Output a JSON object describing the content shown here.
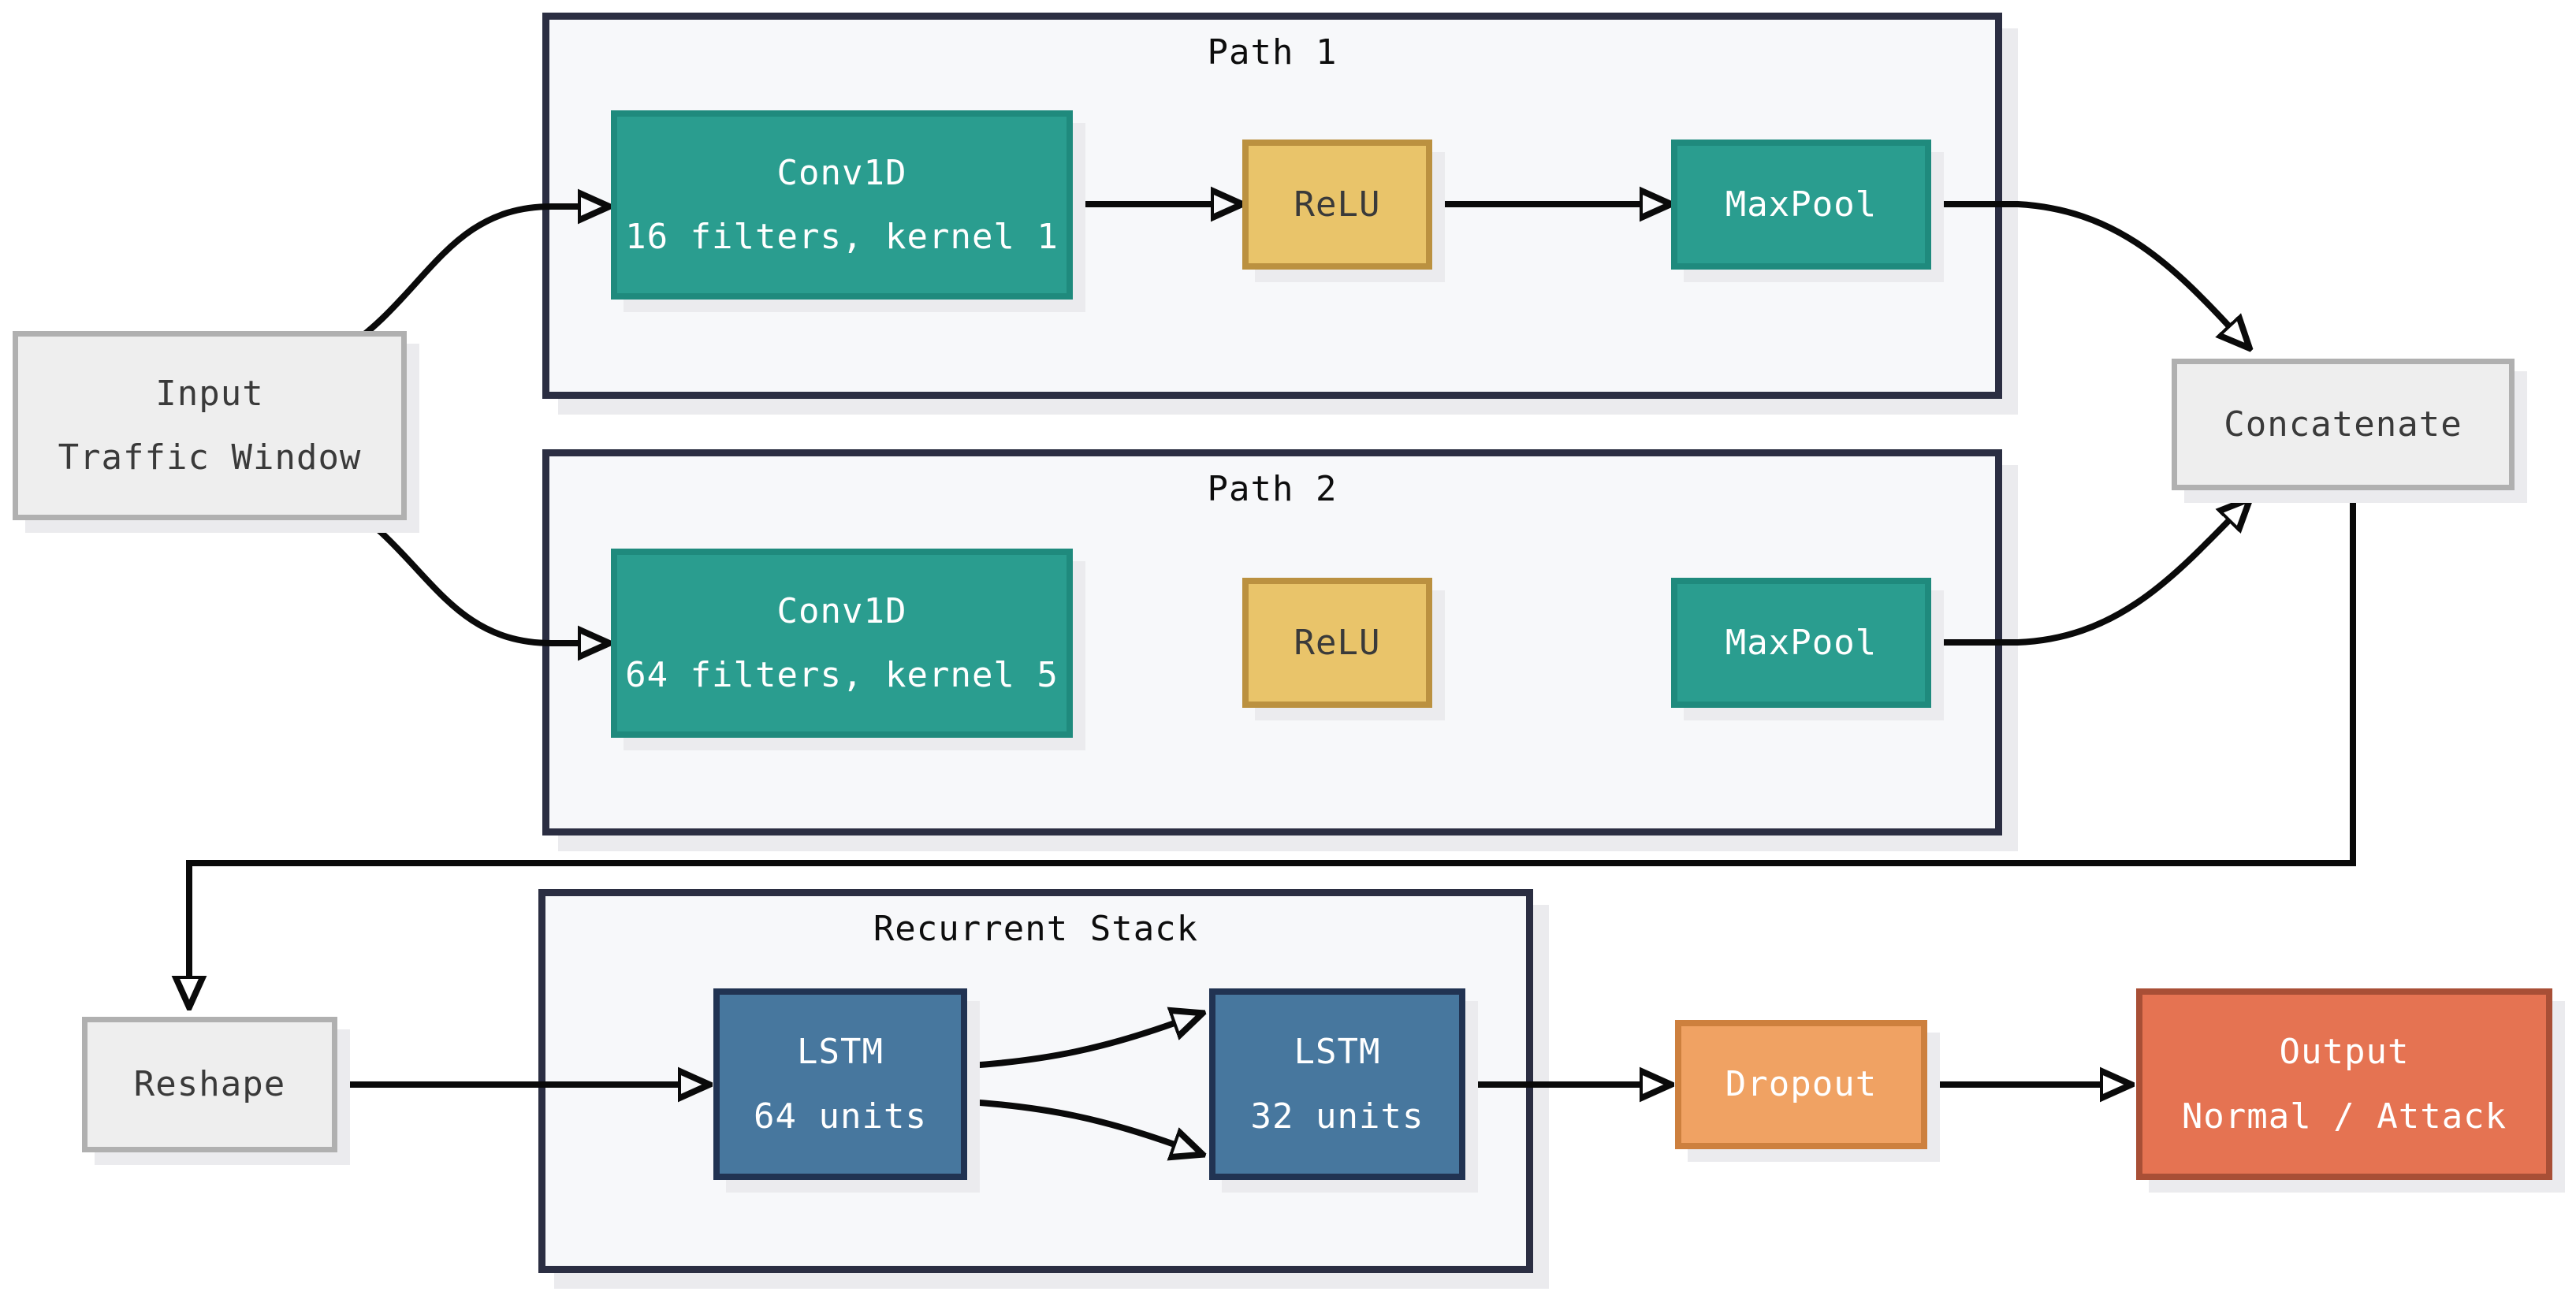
{
  "diagram": {
    "type": "neural-network-architecture-flowchart",
    "containers": {
      "path1": {
        "title": "Path 1"
      },
      "path2": {
        "title": "Path 2"
      },
      "recurrent": {
        "title": "Recurrent Stack"
      }
    },
    "nodes": {
      "input": {
        "line1": "Input",
        "line2": "Traffic Window"
      },
      "conv1": {
        "line1": "Conv1D",
        "line2": "16 filters, kernel 1"
      },
      "relu1": {
        "label": "ReLU"
      },
      "maxpool1": {
        "label": "MaxPool"
      },
      "conv2": {
        "line1": "Conv1D",
        "line2": "64 filters, kernel 5"
      },
      "relu2": {
        "label": "ReLU"
      },
      "maxpool2": {
        "label": "MaxPool"
      },
      "concatenate": {
        "label": "Concatenate"
      },
      "reshape": {
        "label": "Reshape"
      },
      "lstm1": {
        "line1": "LSTM",
        "line2": "64 units"
      },
      "lstm2": {
        "line1": "LSTM",
        "line2": "32 units"
      },
      "dropout": {
        "label": "Dropout"
      },
      "output": {
        "line1": "Output",
        "line2": "Normal / Attack"
      }
    },
    "edges": [
      {
        "from": "input",
        "to": "conv1"
      },
      {
        "from": "conv1",
        "to": "relu1"
      },
      {
        "from": "relu1",
        "to": "maxpool1"
      },
      {
        "from": "maxpool1",
        "to": "concatenate"
      },
      {
        "from": "input",
        "to": "conv2"
      },
      {
        "from": "conv2",
        "to": "relu2"
      },
      {
        "from": "relu2",
        "to": "maxpool2"
      },
      {
        "from": "maxpool2",
        "to": "concatenate"
      },
      {
        "from": "concatenate",
        "to": "reshape"
      },
      {
        "from": "reshape",
        "to": "lstm1"
      },
      {
        "from": "lstm1",
        "to": "lstm2",
        "note": "upper curved arrow"
      },
      {
        "from": "lstm1",
        "to": "lstm2",
        "note": "lower curved arrow"
      },
      {
        "from": "lstm2",
        "to": "dropout"
      },
      {
        "from": "dropout",
        "to": "output"
      }
    ],
    "colors": {
      "teal_fill": "#2a9d8f",
      "teal_border": "#1f8a7d",
      "gold_fill": "#e9c46a",
      "gold_border": "#bb9140",
      "blue_fill": "#47779e",
      "blue_border": "#213352",
      "orange_fill": "#f0a263",
      "orange_border": "#cd803e",
      "red_fill": "#e57352",
      "red_border": "#a84f36",
      "gray_fill": "#eeeeee",
      "gray_border": "#b0b0b0",
      "container_fill": "#f7f8fa",
      "container_border": "#2b2e42",
      "arrow": "#0a0a0a",
      "shadow": "#ebebee",
      "page_background": "#ffffff"
    }
  }
}
